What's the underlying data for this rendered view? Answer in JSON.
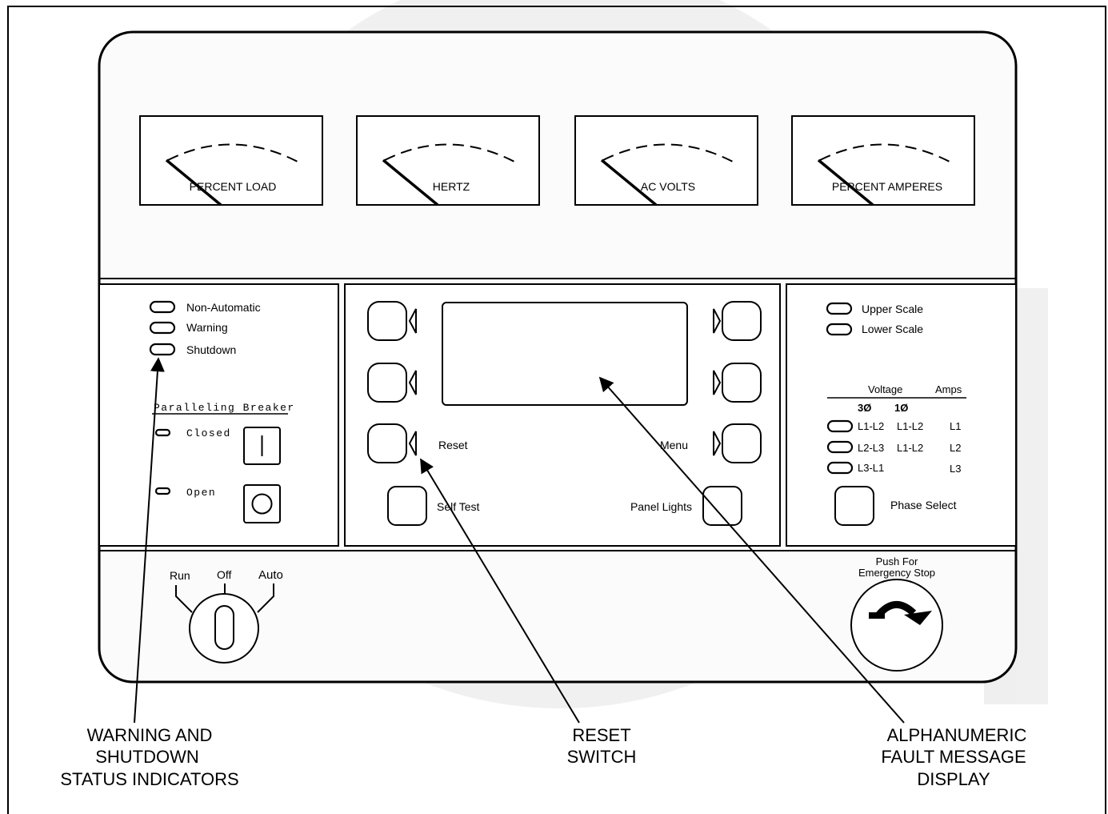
{
  "meters": [
    {
      "label": "PERCENT LOAD"
    },
    {
      "label": "HERTZ"
    },
    {
      "label": "AC VOLTS"
    },
    {
      "label": "PERCENT AMPERES"
    }
  ],
  "status_panel": {
    "indicators": [
      "Non-Automatic",
      "Warning",
      "Shutdown"
    ],
    "breaker_title": "Paralleling Breaker",
    "closed_label": "Closed",
    "open_label": "Open"
  },
  "center_panel": {
    "reset_label": "Reset",
    "menu_label": "Menu",
    "self_test_label": "Self Test",
    "panel_lights_label": "Panel Lights"
  },
  "right_panel": {
    "upper_scale": "Upper Scale",
    "lower_scale": "Lower Scale",
    "voltage_header": "Voltage",
    "amps_header": "Amps",
    "three_phase": "3Ø",
    "one_phase": "1Ø",
    "rows": [
      {
        "v3": "L1-L2",
        "v1": "L1-L2",
        "amp": "L1"
      },
      {
        "v3": "L2-L3",
        "v1": "L1-L2",
        "amp": "L2"
      },
      {
        "v3": "L3-L1",
        "v1": "",
        "amp": "L3"
      }
    ],
    "phase_select": "Phase Select"
  },
  "bottom_panel": {
    "run": "Run",
    "off": "Off",
    "auto": "Auto",
    "estop_line1": "Push For",
    "estop_line2": "Emergency Stop"
  },
  "callouts": {
    "warning": [
      "WARNING AND",
      "SHUTDOWN",
      "STATUS INDICATORS"
    ],
    "reset": [
      "RESET",
      "SWITCH"
    ],
    "display": [
      "ALPHANUMERIC",
      "FAULT MESSAGE",
      "DISPLAY"
    ]
  }
}
